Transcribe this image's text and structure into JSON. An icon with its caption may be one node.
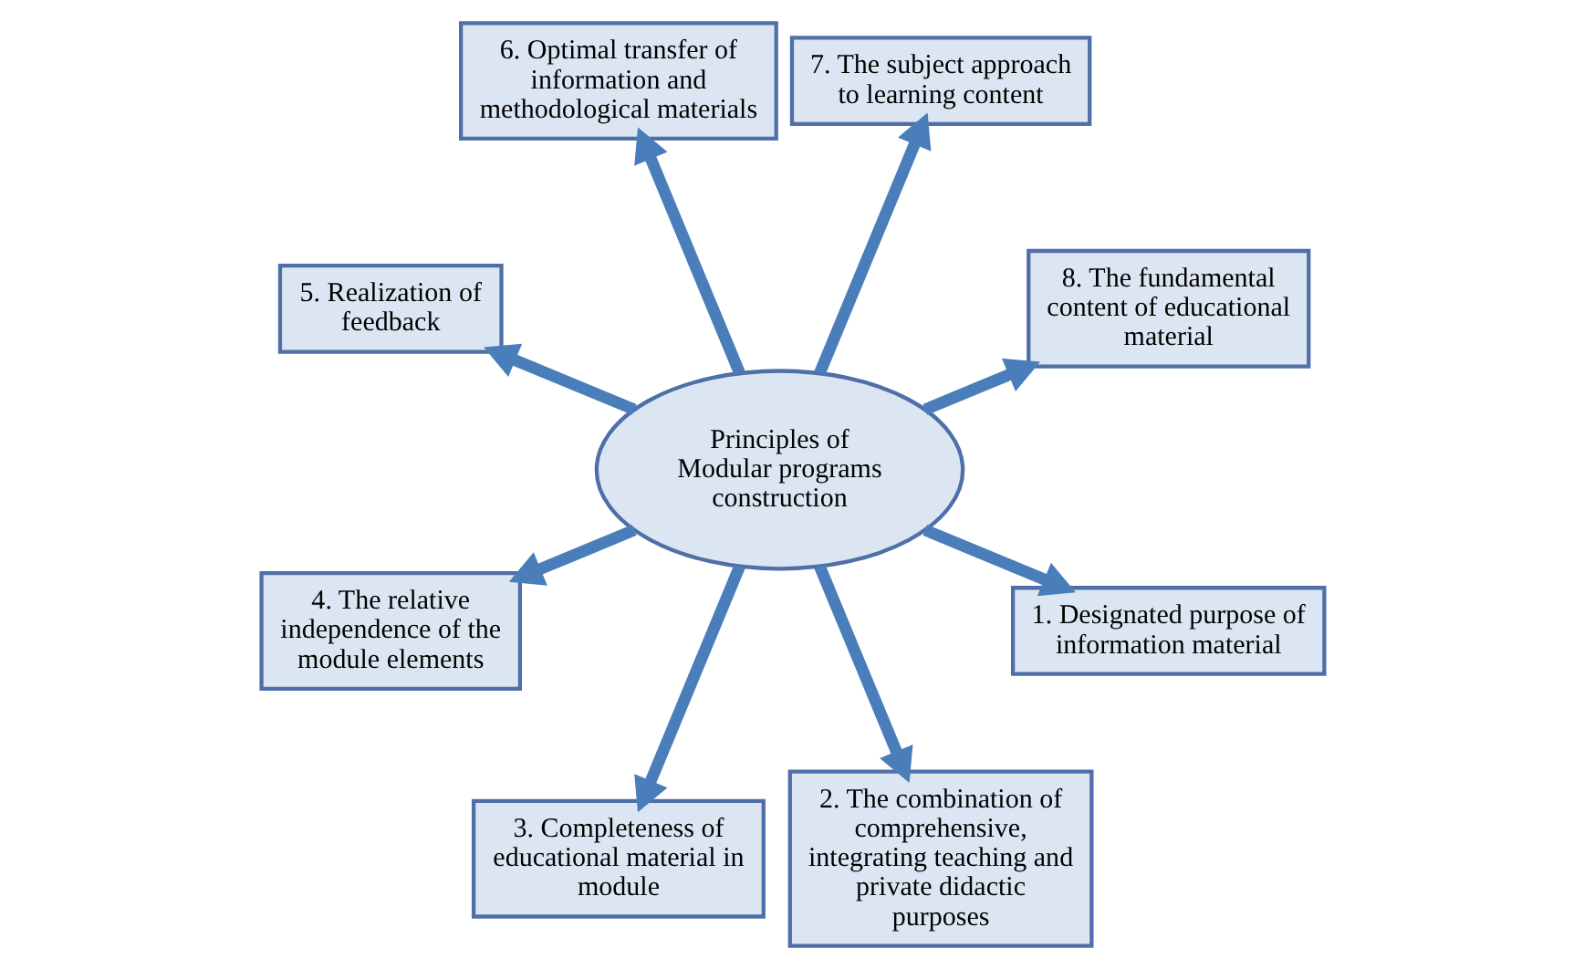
{
  "diagram": {
    "nodes": [
      {
        "text": [
          "7. The subject approach to learning content"
        ]
      },
      {
        "text": [
          "8. The fundamental content of educational material"
        ]
      },
      {
        "text": [
          "1. Designated purpose of information material"
        ]
      },
      {
        "text": [
          "6. Optimal transfer of information and methodological materials"
        ]
      },
      {
        "text": [
          "Principles of Modular programs construction"
        ]
      },
      {
        "text": [
          "2. The combination of comprehensive, integrating teaching and private didactic purposes"
        ]
      },
      {
        "text": [
          "5. Realization of feedback"
        ]
      },
      {
        "text": [
          "4. The relative independence of the module elements"
        ]
      },
      {
        "text": [
          "3. Completeness of educational material in module"
        ]
      }
    ],
    "edges": [
      {
        "from": 4,
        "to": 2,
        "arrow": "to"
      },
      {
        "from": 4,
        "to": 5,
        "arrow": "to"
      },
      {
        "from": 4,
        "to": 8,
        "arrow": "to"
      },
      {
        "from": 4,
        "to": 7,
        "arrow": "to"
      },
      {
        "from": 4,
        "to": 6,
        "arrow": "to"
      },
      {
        "from": 4,
        "to": 3,
        "arrow": "to"
      },
      {
        "from": 4,
        "to": 0,
        "arrow": "to"
      },
      {
        "from": 4,
        "to": 1,
        "arrow": "to"
      }
    ]
  }
}
